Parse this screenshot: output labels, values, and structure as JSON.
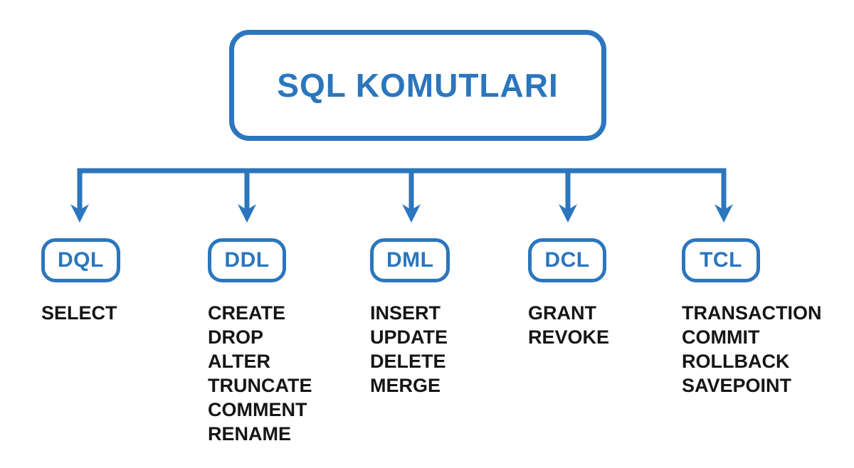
{
  "diagram": {
    "title": "SQL KOMUTLARI",
    "colors": {
      "accent": "#2b76bd",
      "text": "#151515",
      "background": "#ffffff"
    },
    "categories": [
      {
        "label": "DQL",
        "commands": [
          "SELECT"
        ]
      },
      {
        "label": "DDL",
        "commands": [
          "CREATE",
          "DROP",
          "ALTER",
          "TRUNCATE",
          "COMMENT",
          "RENAME"
        ]
      },
      {
        "label": "DML",
        "commands": [
          "INSERT",
          "UPDATE",
          "DELETE",
          "MERGE"
        ]
      },
      {
        "label": "DCL",
        "commands": [
          "GRANT",
          "REVOKE"
        ]
      },
      {
        "label": "TCL",
        "commands": [
          "TRANSACTION",
          "COMMIT",
          "ROLLBACK",
          "SAVEPOINT"
        ]
      }
    ]
  }
}
